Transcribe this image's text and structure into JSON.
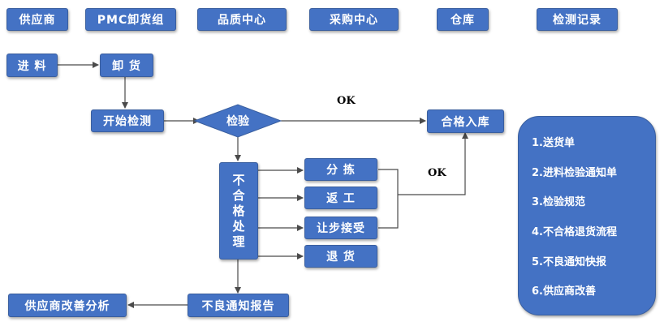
{
  "header": {
    "supplier": "供应商",
    "pmc": "PMC卸货组",
    "quality": "品质中心",
    "purchasing": "采购中心",
    "warehouse": "仓库",
    "inspection_record": "检测记录"
  },
  "flow": {
    "incoming": "进 料",
    "unload": "卸 货",
    "start_inspection": "开始检测",
    "inspect": "检验",
    "ok_top": "OK",
    "qualified_storage": "合格入库",
    "nonconforming_chars": [
      "不",
      "合",
      "格",
      "处",
      "理"
    ],
    "sort": "分 拣",
    "rework": "返 工",
    "concession": "让步接受",
    "return": "退 货",
    "ok_right": "OK",
    "defect_report": "不良通知报告",
    "supplier_analysis": "供应商改善分析"
  },
  "documents": [
    "1.送货单",
    "2.进料检验通知单",
    "3.检验规范",
    "4.不合格退货流程",
    "5.不良通知快报",
    "6.供应商改善"
  ]
}
